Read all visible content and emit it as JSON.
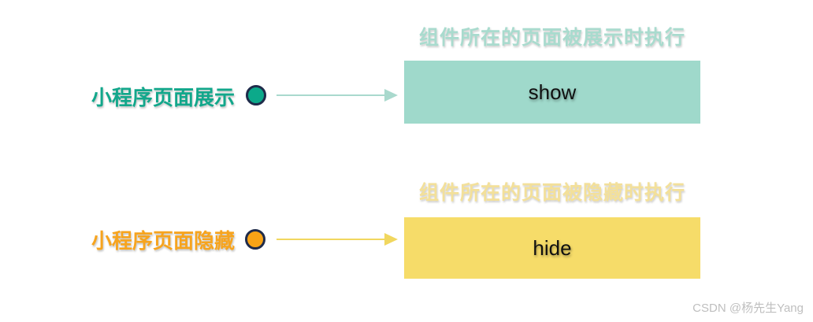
{
  "diagram": {
    "watermark": "CSDN @杨先生Yang",
    "rows": [
      {
        "id": "show",
        "caption": "组件所在的页面被展示时执行",
        "label": "小程序页面展示",
        "box_text": "show",
        "colors": {
          "label": "#12a78b",
          "caption": "#a9dbce",
          "box_bg": "#9fd9cb",
          "box_text": "#101010",
          "dot_fill": "#0ca98a",
          "dot_border": "#1f2b4a",
          "arrow": "#a9d9cd"
        }
      },
      {
        "id": "hide",
        "caption": "组件所在的页面被隐藏时执行",
        "label": "小程序页面隐藏",
        "box_text": "hide",
        "colors": {
          "label": "#f7a41e",
          "caption": "#f3e09a",
          "box_bg": "#f6dc69",
          "box_text": "#101010",
          "dot_fill": "#f8a316",
          "dot_border": "#1f2b4a",
          "arrow": "#f1d75f"
        }
      }
    ]
  }
}
